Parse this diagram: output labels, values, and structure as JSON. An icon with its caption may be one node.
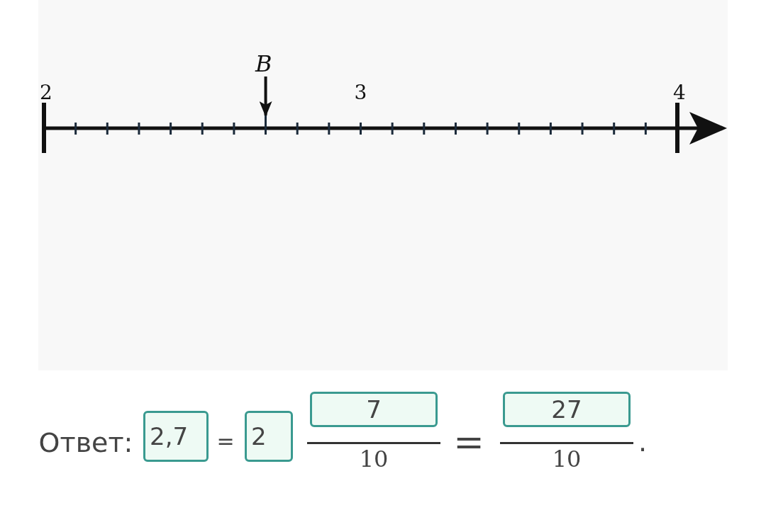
{
  "diagram": {
    "nodes": [
      {
        "text": [
          "B"
        ]
      },
      {
        "text": [],
        "shape": "bar"
      }
    ],
    "edges": [
      {
        "from": 0,
        "to": 1,
        "arrow": "to"
      }
    ],
    "labels": [
      "2",
      "3",
      "4",
      "Ответ:",
      "2,7",
      "=",
      "2",
      "7",
      "10",
      "=",
      "27",
      "10",
      "."
    ]
  }
}
